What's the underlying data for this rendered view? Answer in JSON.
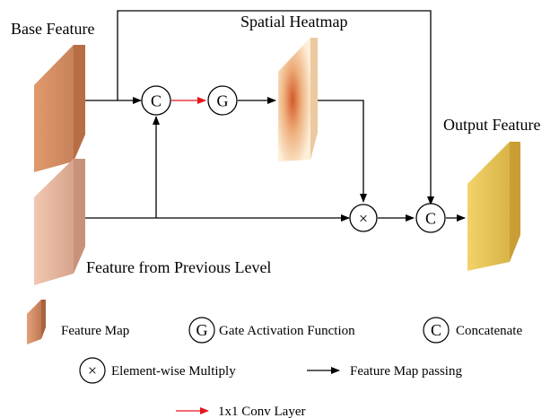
{
  "diagram": {
    "labels": {
      "base_feature": "Base Feature",
      "spatial_heatmap": "Spatial Heatmap",
      "output_feature": "Output Feature",
      "previous_level": "Feature from Previous Level"
    },
    "operators": {
      "concat": "C",
      "gate": "G",
      "multiply": "×"
    },
    "legend": {
      "feature_map": "Feature Map",
      "gate_activation": "Gate Activation Function",
      "concatenate": "Concatenate",
      "element_wise_multiply": "Element-wise Multiply",
      "feature_map_passing": "Feature Map passing",
      "conv_layer": "1x1 Conv Layer"
    },
    "colors": {
      "base_block": "#d2875a",
      "previous_block": "#e3a890",
      "heatmap_center": "#d35a2a",
      "heatmap_edge": "#fdf0d8",
      "output_block": "#e6c24e",
      "conv_arrow": "#e8141e",
      "arrow": "#000000"
    }
  }
}
